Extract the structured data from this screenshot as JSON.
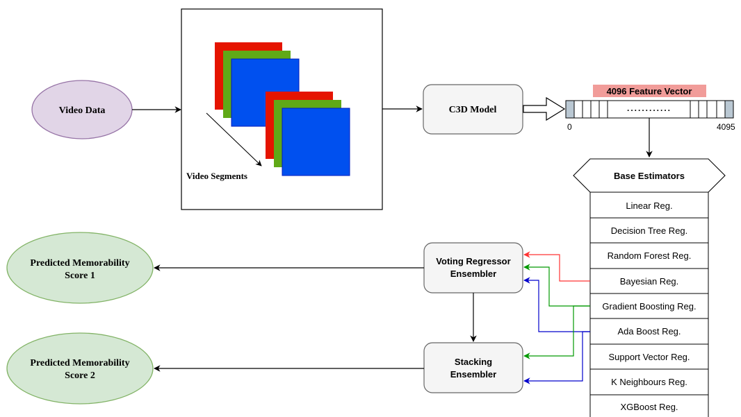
{
  "nodes": {
    "video_data": "Video Data",
    "video_segments": "Video Segments",
    "c3d_model": "C3D Model",
    "feature_vector_title": "4096 Feature Vector",
    "vector_start": "0",
    "vector_end": "4095",
    "vector_dots": "............",
    "base_estimators": "Base Estimators",
    "voting_line1": "Voting Regressor",
    "voting_line2": "Ensembler",
    "stacking_line1": "Stacking",
    "stacking_line2": "Ensembler",
    "pred1_line1": "Predicted Memorability",
    "pred1_line2": "Score 1",
    "pred2_line1": "Predicted Memorability",
    "pred2_line2": "Score 2"
  },
  "estimators": [
    "Linear Reg.",
    "Decision Tree Reg.",
    "Random Forest Reg.",
    "Bayesian Reg.",
    "Gradient Boosting Reg.",
    "Ada Boost Reg.",
    "Support Vector Reg.",
    "K Neighbours Reg.",
    "XGBoost Reg."
  ],
  "colors": {
    "video_fill": "#e1d5e7",
    "video_stroke": "#9673a6",
    "pred_fill": "#d5e8d4",
    "pred_stroke": "#82b366",
    "box_fill": "#f5f5f5",
    "box_stroke": "#666666",
    "frame_red": "#e51400",
    "frame_green": "#60a917",
    "frame_blue": "#0050ef",
    "highlight": "#f19c99",
    "vector_end_fill": "#bac8d3",
    "arrow_red": "#ff3333",
    "arrow_green": "#009900",
    "arrow_blue": "#0000cc"
  }
}
